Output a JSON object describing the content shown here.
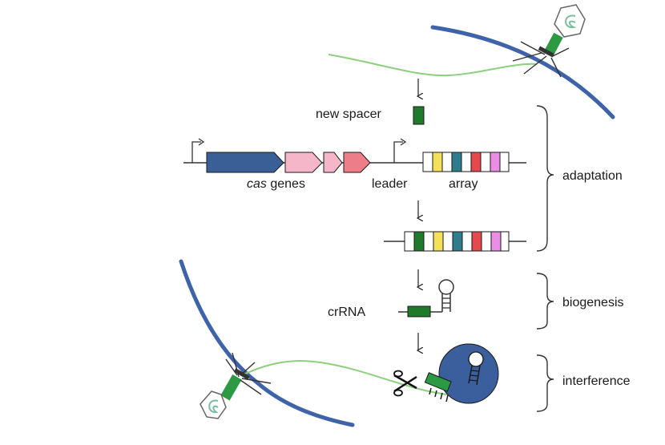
{
  "labels": {
    "new_spacer": "new spacer",
    "cas_italic": "cas",
    "genes": " genes",
    "leader": "leader",
    "array": "array",
    "crrna": "crRNA"
  },
  "stages": {
    "adaptation": "adaptation",
    "biogenesis": "biogenesis",
    "interference": "interference"
  },
  "colors": {
    "cell_membrane": "#3e63a8",
    "phage_dna": "#8ccf7e",
    "cas1_block": "#3a5f96",
    "cas_pink_light": "#f4b6c8",
    "cas_pink_dark": "#ee7d8a",
    "spacer_new": "#1f7a2b",
    "spacer_yellow": "#f3e15a",
    "spacer_teal": "#2f7c8c",
    "spacer_red": "#e5484d",
    "spacer_magenta": "#ea8ee5",
    "cascade_complex": "#3a5f9c",
    "phage_tail": "#2b9a43"
  },
  "icons": [
    "promoter-arrow-icon",
    "scissors-icon",
    "phage-icon",
    "hairpin-icon",
    "bracket-icon"
  ]
}
